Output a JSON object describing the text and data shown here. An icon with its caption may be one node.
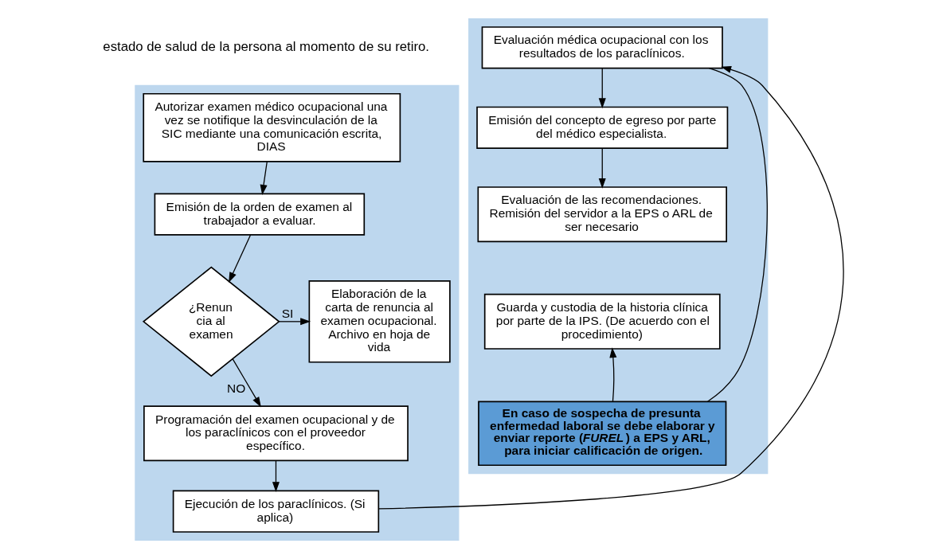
{
  "diagram": {
    "nodes": [
      {
        "text": [],
        "shape": "box"
      },
      {
        "text": [
          "Autorizar examen médico ocupacional una vez se notifique la desvinculación de la SIC mediante una comunicación escrita, DIAS"
        ],
        "in": 0
      },
      {
        "text": [
          "Emisión de la orden de examen al trabajador a evaluar."
        ],
        "in": 0
      },
      {
        "text": [
          "¿Renun cia al examen"
        ],
        "in": 0
      },
      {
        "text": [
          "Elaboración de la carta de renuncia al examen ocupacional. Archivo en hoja de vida"
        ],
        "in": 0
      },
      {
        "text": [
          "Programación del examen ocupacional y de los paraclínicos con el proveedor específico."
        ],
        "in": 0
      },
      {
        "text": [
          "Ejecución de los paraclínicos. (Si aplica)"
        ],
        "in": 0
      },
      {
        "text": [],
        "shape": "box"
      },
      {
        "text": [
          "Evaluación médica ocupacional con los resultados de los paraclínicos."
        ],
        "in": 7
      },
      {
        "text": [
          "Emisión del concepto de egreso por parte del médico especialista."
        ],
        "in": 7
      },
      {
        "text": [
          "Evaluación de las recomendaciones.",
          "Remisión del servidor a la EPS o ARL de ser necesario"
        ],
        "in": 7
      },
      {
        "text": [
          "Guarda y custodia de la historia clínica por parte de la IPS. (De acuerdo con el procedimiento)"
        ],
        "in": 7
      },
      {
        "text": [
          "En caso de sospecha de presunta enfermedad laboral se debe elaborar y enviar reporte (*FUREL*) a EPS y ARL, para iniciar calificación de origen."
        ],
        "in": 7
      }
    ],
    "edges": [
      {
        "from": 1,
        "to": 2,
        "arrow": "to"
      },
      {
        "from": 2,
        "to": 3,
        "arrow": "to"
      },
      {
        "from": 3,
        "to": 4,
        "arrow": "to",
        "label": "SI"
      },
      {
        "from": 3,
        "to": 5,
        "arrow": "to",
        "label": "NO"
      },
      {
        "from": 5,
        "to": 6,
        "arrow": "to"
      },
      {
        "from": 6,
        "to": 8,
        "arrow": "to"
      },
      {
        "from": 8,
        "to": 9,
        "arrow": "to"
      },
      {
        "from": 9,
        "to": 10,
        "arrow": "to"
      },
      {
        "from": 12,
        "to": 11,
        "arrow": "to"
      },
      {
        "from": 12,
        "to": 8,
        "arrow": "none"
      }
    ],
    "labels": [
      "estado de salud de la persona al momento de su retiro."
    ]
  }
}
